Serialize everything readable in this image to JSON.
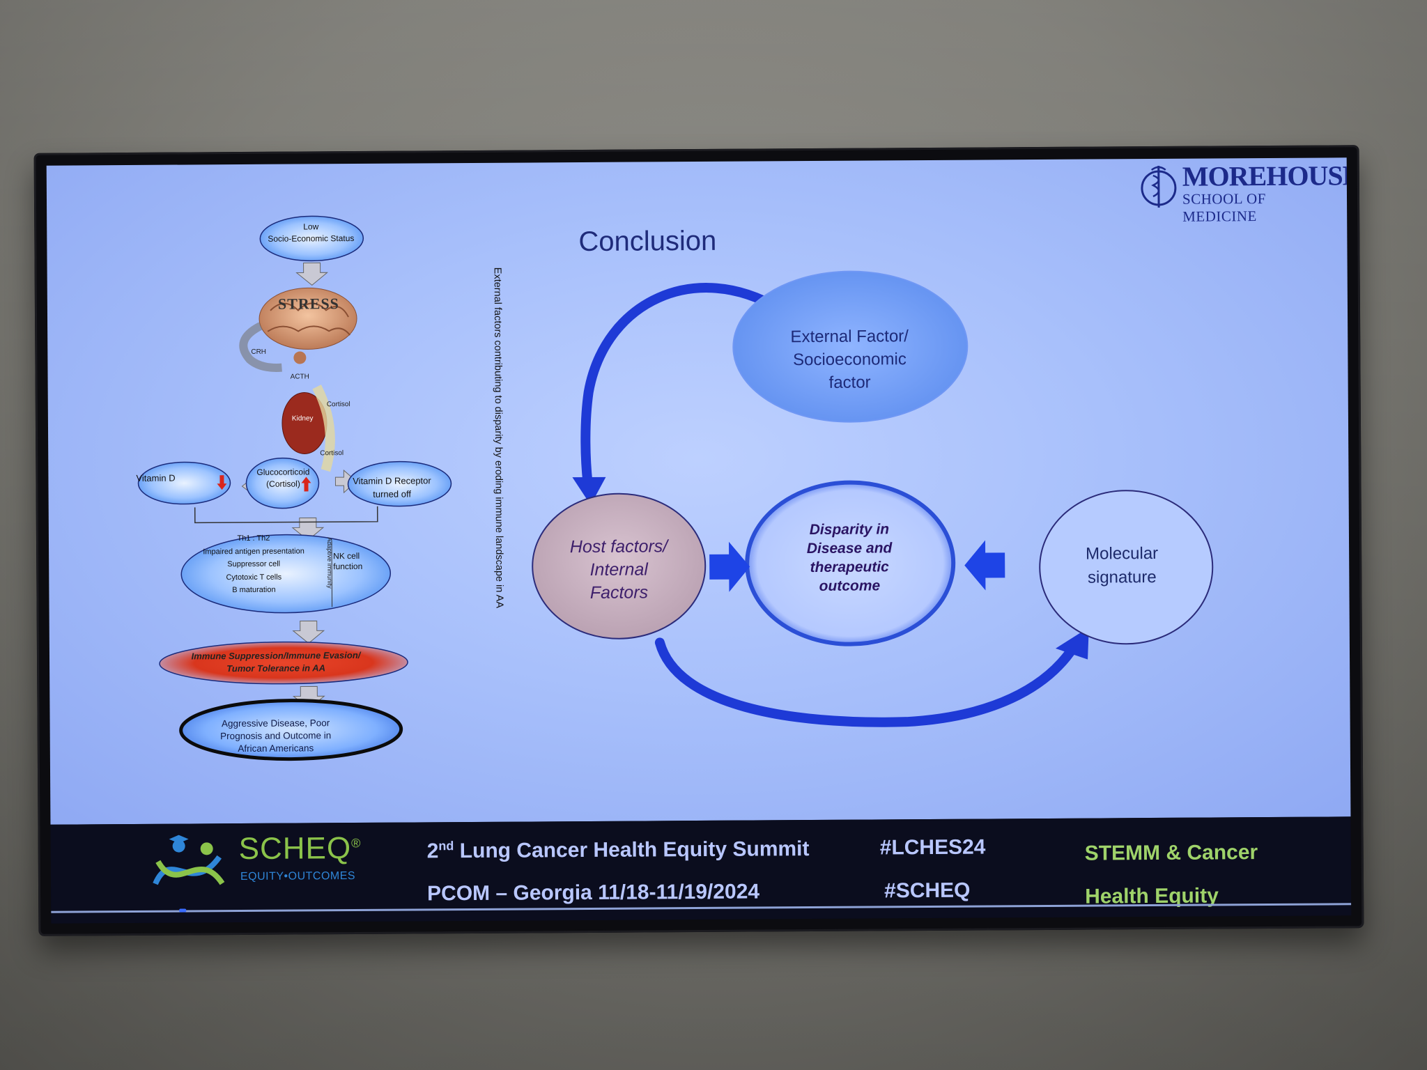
{
  "slide": {
    "title": "Conclusion",
    "logo": {
      "main": "MOREHOUSE",
      "sub": "SCHOOL OF MEDICINE"
    },
    "vertical_caption": "External factors contributing to disparity by eroding immune landscape in AA",
    "diagram": {
      "external": [
        "External Factor/",
        "Socioeconomic",
        "factor"
      ],
      "host": [
        "Host factors/",
        "Internal",
        "Factors"
      ],
      "disparity": [
        "Disparity in",
        "Disease and",
        "therapeutic",
        "outcome"
      ],
      "molecular": [
        "Molecular",
        "signature"
      ]
    },
    "flowchart": {
      "low_ses": [
        "Low",
        "Socio-Economic Status"
      ],
      "stress": "STRESS",
      "crh": "CRH",
      "acth": "ACTH",
      "kidney": "Kidney",
      "cortisol_1": "Cortisol",
      "cortisol_2": "Cortisol",
      "vitamin_d": "Vitamin D",
      "glucocorticoid": [
        "Glucocorticoid",
        "(Cortisol)"
      ],
      "vdr": [
        "Vitamin D Receptor",
        "turned off"
      ],
      "immune": [
        "Th1 : Th2",
        "Impaired antigen presentation",
        "Suppressor cell",
        "Cytotoxic T cells",
        "B maturation"
      ],
      "adaptive": "Adaptive immunity",
      "nk": [
        "NK cell",
        "function"
      ],
      "suppression": [
        "Immune Suppression/Immune Evasion/",
        "Tumor Tolerance  in AA"
      ],
      "aggressive": [
        "Aggressive Disease, Poor",
        "Prognosis and Outcome in",
        "African Americans"
      ]
    }
  },
  "footer": {
    "brand": "SCHEQ",
    "brand_mark": "®",
    "brand_sub": "EQUITY•OUTCOMES",
    "summit_ordinal": "2",
    "summit_sup": "nd",
    "summit": " Lung Cancer Health Equity Summit",
    "location": "PCOM – Georgia 11/18-11/19/2024",
    "tag1": "#LCHES24",
    "tag2": "#SCHEQ",
    "right1": "STEMM & Cancer",
    "right2": "Health Equity"
  }
}
